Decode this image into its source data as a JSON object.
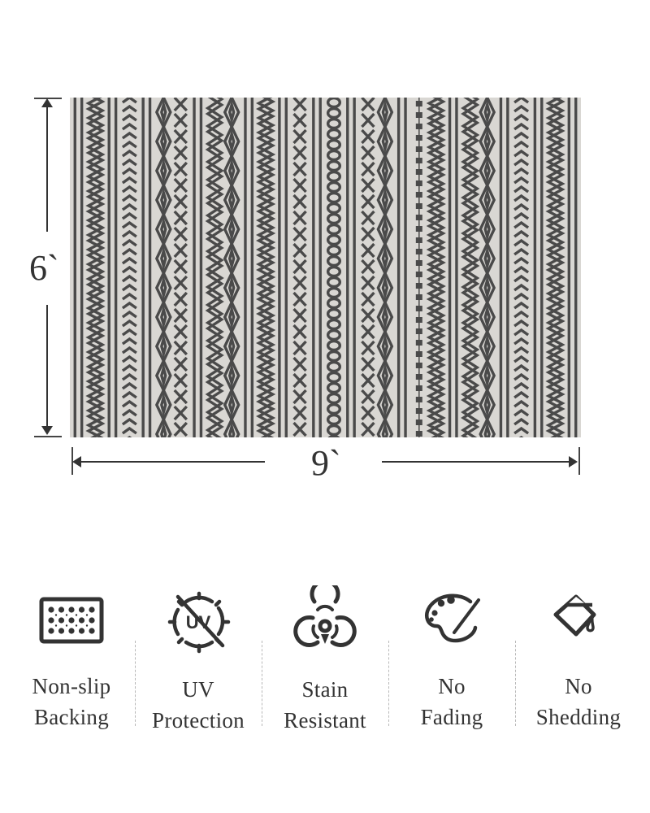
{
  "dimensions": {
    "height_label": "6`",
    "width_label": "9`"
  },
  "rug": {
    "colors": {
      "background": "#d9d7d3",
      "ink": "#4a4a4a"
    },
    "bands": [
      "lines",
      "zigzag",
      "lines",
      "chevron",
      "lines",
      "diamond",
      "xchain",
      "lines",
      "zigzag-bold",
      "diamond-x",
      "lines",
      "zigzag",
      "lines",
      "xarrow",
      "lines",
      "ring",
      "lines",
      "xchain",
      "diamond",
      "lines",
      "dots",
      "zigzag",
      "lines",
      "zigzag-bold",
      "diamond-x",
      "lines",
      "chevron",
      "lines",
      "zigzag",
      "lines"
    ]
  },
  "features": [
    {
      "icon": "non-slip-grid-icon",
      "line1": "Non-slip",
      "line2": "Backing"
    },
    {
      "icon": "uv-protection-icon",
      "line1": "UV",
      "line2": "Protection"
    },
    {
      "icon": "biohazard-stain-icon",
      "line1": "Stain",
      "line2": "Resistant"
    },
    {
      "icon": "palette-icon",
      "line1": "No",
      "line2": "Fading"
    },
    {
      "icon": "paint-bucket-icon",
      "line1": "No",
      "line2": "Shedding"
    }
  ]
}
